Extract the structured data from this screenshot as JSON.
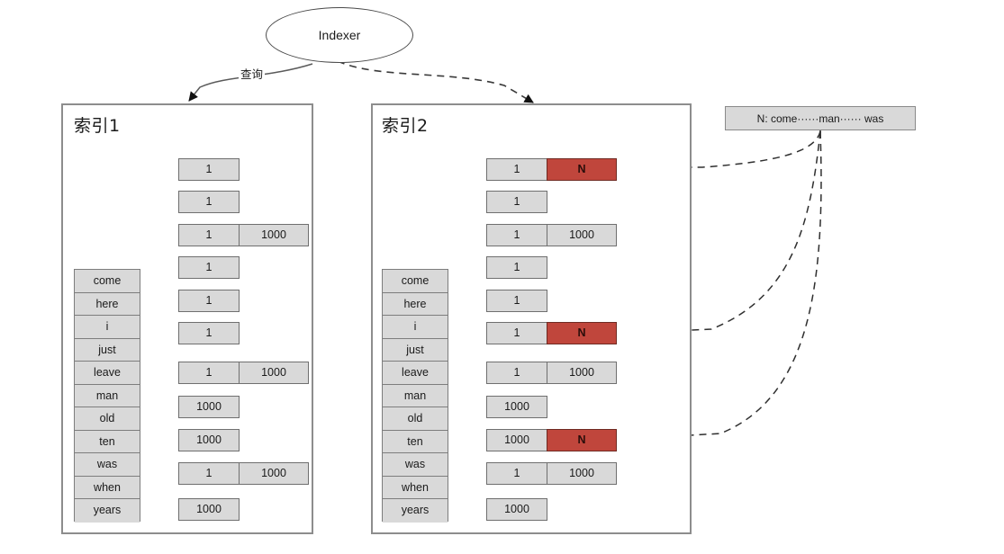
{
  "diagram": {
    "title_node": {
      "label": "Indexer"
    },
    "query_edge_label": "查询",
    "legend": {
      "label": "N: come······man······ was"
    },
    "colors": {
      "n_cell": "#c0463c",
      "cell": "#d9d9d9",
      "border": "#6f6f6f",
      "panel_border": "#8d8d8d"
    },
    "terms": [
      "come",
      "here",
      "i",
      "just",
      "leave",
      "man",
      "old",
      "ten",
      "was",
      "when",
      "years"
    ],
    "indexes": [
      {
        "title": "索引1",
        "postings": [
          [
            "1"
          ],
          [
            "1"
          ],
          [
            "1",
            "1000"
          ],
          [
            "1"
          ],
          [
            "1"
          ],
          [
            "1"
          ],
          [
            "1",
            "1000"
          ],
          [
            "1000"
          ],
          [
            "1000"
          ],
          [
            "1",
            "1000"
          ],
          [
            "1000"
          ]
        ],
        "n_flags": [
          false,
          false,
          false,
          false,
          false,
          false,
          false,
          false,
          false,
          false,
          false
        ]
      },
      {
        "title": "索引2",
        "postings": [
          [
            "1",
            "N"
          ],
          [
            "1"
          ],
          [
            "1",
            "1000"
          ],
          [
            "1"
          ],
          [
            "1"
          ],
          [
            "1",
            "N"
          ],
          [
            "1",
            "1000"
          ],
          [
            "1000"
          ],
          [
            "1000",
            "N"
          ],
          [
            "1",
            "1000"
          ],
          [
            "1000"
          ]
        ],
        "n_flags": [
          true,
          false,
          false,
          false,
          false,
          true,
          false,
          false,
          true,
          false,
          false
        ]
      }
    ]
  }
}
